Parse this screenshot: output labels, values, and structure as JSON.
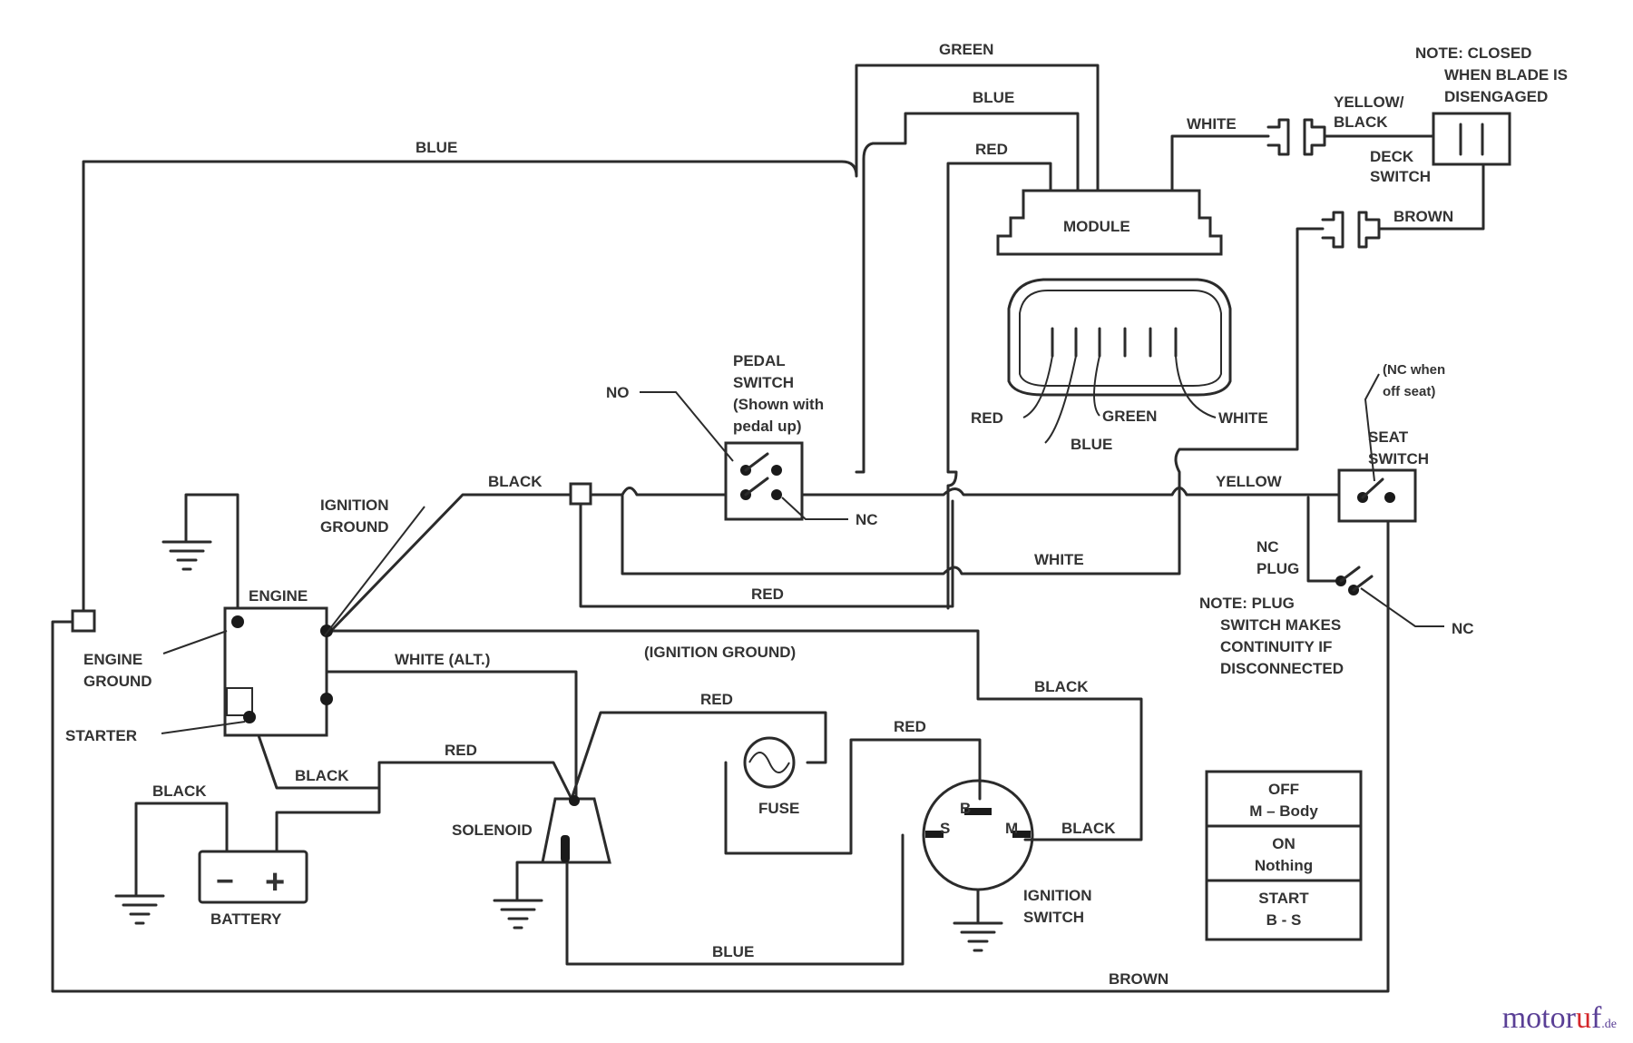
{
  "wires": {
    "blue_top": "BLUE",
    "green_top": "GREEN",
    "blue_module": "BLUE",
    "red_module": "RED",
    "white_deck": "WHITE",
    "yellow_black_1": "YELLOW/",
    "yellow_black_2": "BLACK",
    "brown_deck": "BROWN",
    "black_mid": "BLACK",
    "yellow_mid": "YELLOW",
    "white_mid": "WHITE",
    "red_mid": "RED",
    "white_alt": "WHITE (ALT.)",
    "ignition_ground_note": "(IGNITION GROUND)",
    "black_right": "BLACK",
    "red_fuse": "RED",
    "red_switch": "RED",
    "red_solenoid": "RED",
    "black_starter": "BLACK",
    "black_battery": "BLACK",
    "black_ignition": "BLACK",
    "blue_bottom": "BLUE",
    "brown_bottom": "BROWN"
  },
  "components": {
    "module": "MODULE",
    "connector_red": "RED",
    "connector_blue": "BLUE",
    "connector_green": "GREEN",
    "connector_white": "WHITE",
    "pedal_switch_1": "PEDAL",
    "pedal_switch_2": "SWITCH",
    "pedal_switch_3": "(Shown with",
    "pedal_switch_4": "pedal up)",
    "no_label": "NO",
    "nc_label_pedal": "NC",
    "deck_switch_1": "DECK",
    "deck_switch_2": "SWITCH",
    "seat_switch_1": "SEAT",
    "seat_switch_2": "SWITCH",
    "seat_nc_1": "(NC when",
    "seat_nc_2": "off seat)",
    "nc_plug_1": "NC",
    "nc_plug_2": "PLUG",
    "nc_label_plug": "NC",
    "engine": "ENGINE",
    "ignition_ground_1": "IGNITION",
    "ignition_ground_2": "GROUND",
    "engine_ground_1": "ENGINE",
    "engine_ground_2": "GROUND",
    "starter": "STARTER",
    "battery": "BATTERY",
    "battery_minus": "−",
    "battery_plus": "+",
    "solenoid": "SOLENOID",
    "fuse": "FUSE",
    "ignition_switch_1": "IGNITION",
    "ignition_switch_2": "SWITCH",
    "term_b": "B",
    "term_s": "S",
    "term_m": "M"
  },
  "notes": {
    "deck_note_1": "NOTE:  CLOSED",
    "deck_note_2": "WHEN BLADE IS",
    "deck_note_3": "DISENGAGED",
    "plug_note_1": "NOTE:  PLUG",
    "plug_note_2": "SWITCH MAKES",
    "plug_note_3": "CONTINUITY IF",
    "plug_note_4": "DISCONNECTED"
  },
  "switch_table": [
    {
      "state": "OFF",
      "circuit": "M – Body"
    },
    {
      "state": "ON",
      "circuit": "Nothing"
    },
    {
      "state": "START",
      "circuit": "B - S"
    }
  ],
  "watermark": {
    "part1": "motor",
    "part2": "u",
    "part3": "f",
    "part4": ".de"
  }
}
